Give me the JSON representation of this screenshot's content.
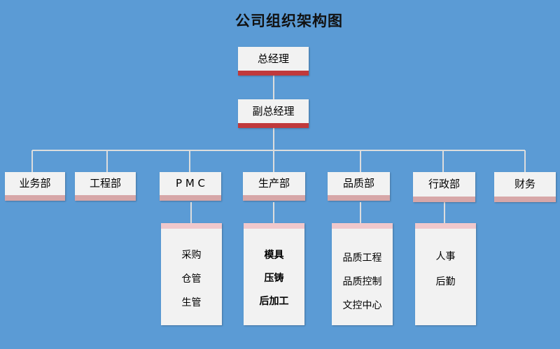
{
  "title": "公司组织架构图",
  "ceo": "总经理",
  "vp": "副总经理",
  "departments": [
    {
      "label": "业务部"
    },
    {
      "label": "工程部"
    },
    {
      "label": "P M C",
      "sub": [
        "采购",
        "仓管",
        "生管"
      ]
    },
    {
      "label": "生产部",
      "sub": [
        "模具",
        "压铸",
        "后加工"
      ]
    },
    {
      "label": "品质部",
      "sub": [
        "品质工程",
        "品质控制",
        "文控中心"
      ]
    },
    {
      "label": "行政部",
      "sub": [
        "人事",
        "后勤"
      ]
    },
    {
      "label": "财务"
    }
  ],
  "colors": {
    "background": "#5b9bd5",
    "box": "#f2f2f2",
    "accent_red": "#c0393b",
    "accent_pink": "#d7a7a8",
    "connector": "#dddddd"
  }
}
